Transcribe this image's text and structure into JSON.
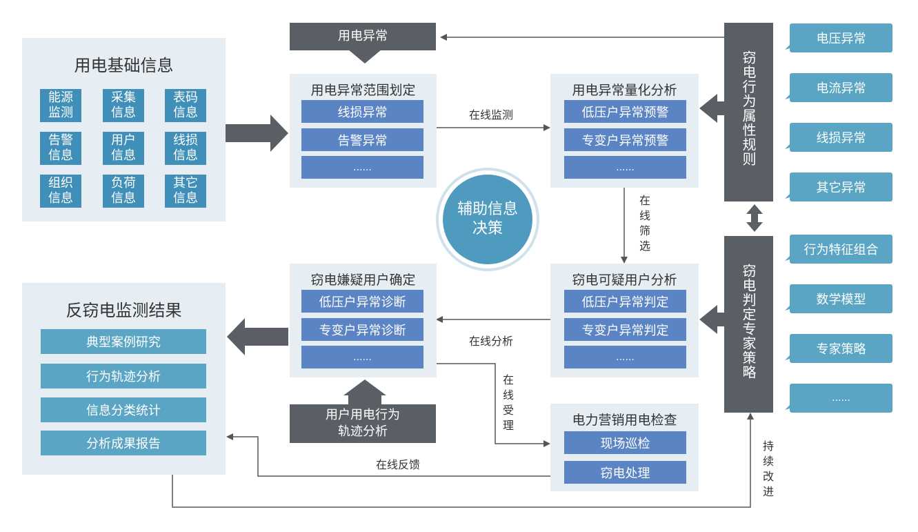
{
  "basic_info": {
    "title": "用电基础信息",
    "tiles": [
      "能源\n监测",
      "采集\n信息",
      "表码\n信息",
      "告警\n信息",
      "用户\n信息",
      "线损\n信息",
      "组织\n信息",
      "负荷\n信息",
      "其它\n信息"
    ]
  },
  "result": {
    "title": "反窃电监测结果",
    "items": [
      "典型案例研究",
      "行为轨迹分析",
      "信息分类统计",
      "分析成果报告"
    ]
  },
  "top_input": "用电异常",
  "bottom_input": "用户用电行为\n轨迹分析",
  "range": {
    "title": "用电异常范围划定",
    "items": [
      "线损异常",
      "告警异常",
      "......"
    ]
  },
  "quant": {
    "title": "用电异常量化分析",
    "items": [
      "低压户异常预警",
      "专变户异常预警",
      "......"
    ]
  },
  "suspect": {
    "title": "窃电嫌疑用户确定",
    "items": [
      "低压户异常诊断",
      "专变户异常诊断",
      "......"
    ]
  },
  "susanalysis": {
    "title": "窃电可疑用户分析",
    "items": [
      "低压户异常判定",
      "专变户异常判定",
      "......"
    ]
  },
  "inspect": {
    "title": "电力营销用电检查",
    "items": [
      "现场巡检",
      "窃电处理"
    ]
  },
  "center": {
    "text": "辅助信息\n决策"
  },
  "rules_bar": {
    "text": "窃电行为属性规则"
  },
  "strategy_bar": {
    "text": "窃电判定专家策略"
  },
  "rule_bubbles": [
    "电压异常",
    "电流异常",
    "线损异常",
    "其它异常"
  ],
  "strategy_bubbles": [
    "行为特征组合",
    "数学模型",
    "专家策略",
    "......"
  ],
  "labels": {
    "online_monitor": "在线监测",
    "online_filter": "在线筛选",
    "online_analysis": "在线分析",
    "online_accept": "在线受理",
    "online_feedback": "在线反馈",
    "continuous": "持续改进"
  },
  "colors": {
    "tile": "#3f8fb8",
    "bar": "#5b84c4",
    "teal": "#5aa5c4",
    "dark": "#5a5f66",
    "panel": "#e6eef4"
  }
}
